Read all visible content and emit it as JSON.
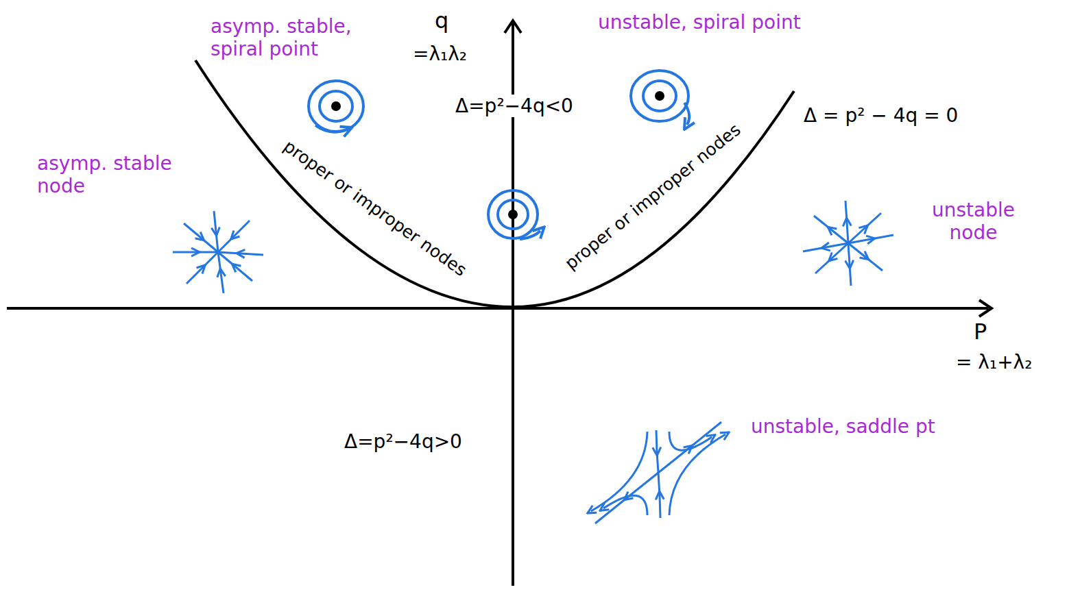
{
  "diagram": {
    "labels": [
      "asymp. stable, spiral point",
      "q",
      "=λ₁λ₂",
      "unstable, spiral point",
      "Δ=p²−4q<0",
      "Δ = p² − 4q = 0",
      "proper or improper nodes",
      "proper or improper nodes",
      "asymp. stable node",
      "unstable node",
      "P",
      "= λ₁+λ₂",
      "Δ=p²−4q>0",
      "unstable, saddle pt"
    ]
  }
}
